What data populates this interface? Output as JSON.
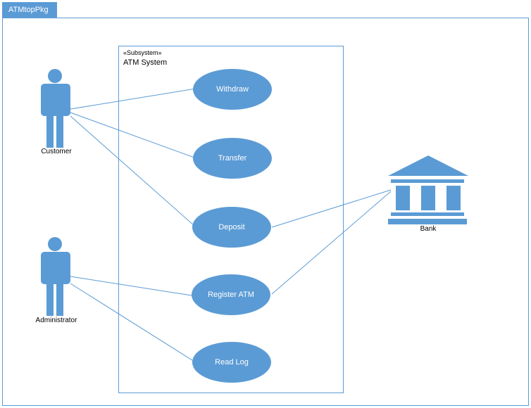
{
  "package": {
    "name": "ATMtopPkg"
  },
  "subsystem": {
    "stereotype": "«Subsystem»",
    "name": "ATM System"
  },
  "actors": [
    {
      "id": "customer",
      "label": "Customer"
    },
    {
      "id": "administrator",
      "label": "Administrator"
    },
    {
      "id": "bank",
      "label": "Bank"
    }
  ],
  "use_cases": [
    {
      "id": "withdraw",
      "label": "Withdraw"
    },
    {
      "id": "transfer",
      "label": "Transfer"
    },
    {
      "id": "deposit",
      "label": "Deposit"
    },
    {
      "id": "register-atm",
      "label": "Register ATM"
    },
    {
      "id": "read-log",
      "label": "Read Log"
    }
  ],
  "associations": [
    [
      "customer",
      "withdraw"
    ],
    [
      "customer",
      "transfer"
    ],
    [
      "customer",
      "deposit"
    ],
    [
      "administrator",
      "register-atm"
    ],
    [
      "administrator",
      "read-log"
    ],
    [
      "bank",
      "deposit"
    ],
    [
      "bank",
      "register-atm"
    ]
  ],
  "colors": {
    "accent": "#5b9bd5",
    "text": "#000000",
    "text_on_accent": "#ffffff"
  }
}
